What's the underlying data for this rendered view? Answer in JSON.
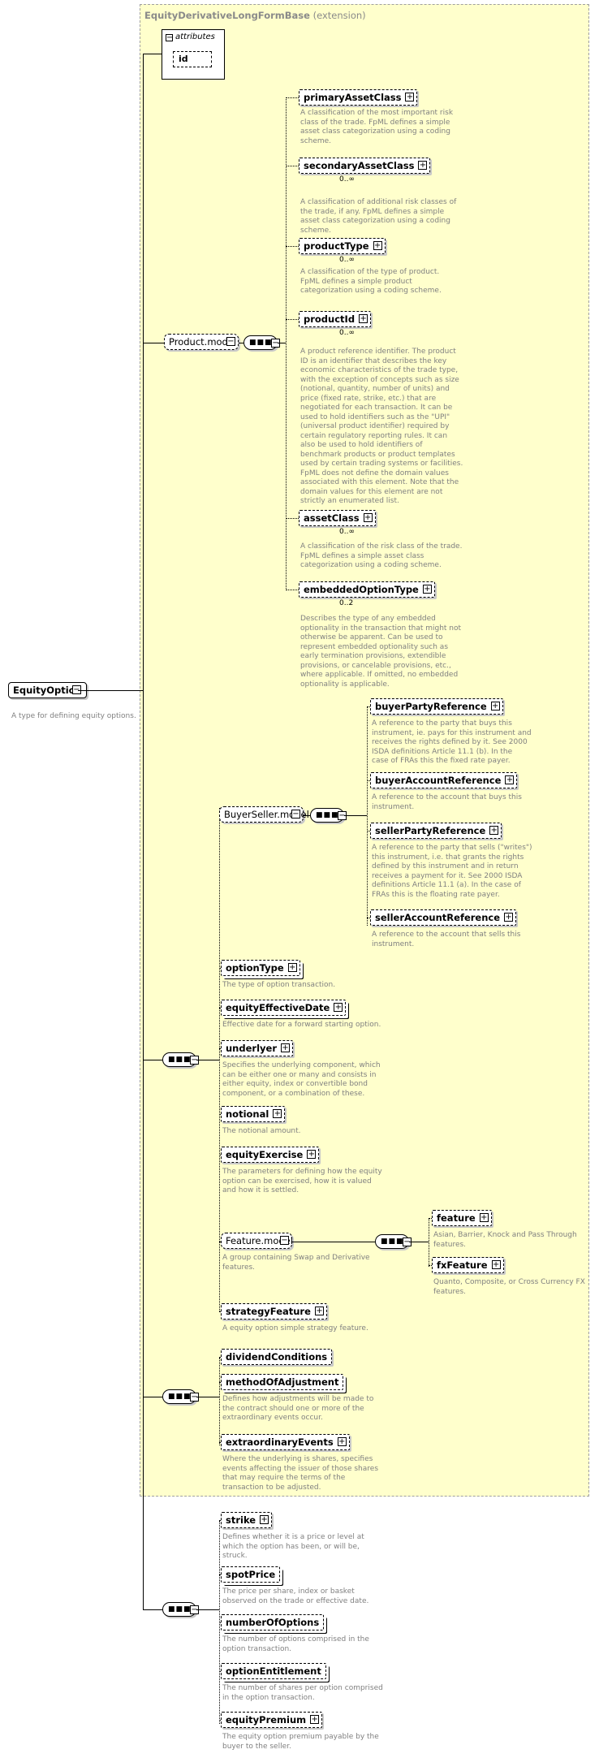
{
  "base": {
    "name": "EquityDerivativeLongFormBase",
    "suffix": "(extension)"
  },
  "attributes": {
    "label": "attributes",
    "items": [
      "id"
    ]
  },
  "root": {
    "name": "EquityOption",
    "description": "A type for defining equity options."
  },
  "product_model": {
    "label": "Product.model",
    "children": [
      {
        "name": "primaryAssetClass",
        "cardinality": "",
        "lines": [
          "A classification of the most important risk",
          "class of the trade. FpML defines a simple",
          "asset class categorization using a coding",
          "scheme."
        ]
      },
      {
        "name": "secondaryAssetClass",
        "cardinality": "0..∞",
        "lines": [
          "A classification of additional risk classes of",
          "the trade, if any. FpML defines a simple",
          "asset class categorization using a coding",
          "scheme."
        ]
      },
      {
        "name": "productType",
        "cardinality": "0..∞",
        "lines": [
          "A classification of the type of product.",
          "FpML defines a simple product",
          "categorization using a coding scheme."
        ]
      },
      {
        "name": "productId",
        "cardinality": "0..∞",
        "lines": [
          "A product reference identifier. The product",
          "ID is an identifier that describes the key",
          "economic characteristics of the trade type,",
          "with the exception of concepts such as size",
          "(notional, quantity, number of units) and",
          "price (fixed rate, strike, etc.) that are",
          "negotiated for each transaction. It can be",
          "used to hold identifiers such as the \"UPI\"",
          "(universal product identifier) required by",
          "certain regulatory reporting rules. It can",
          "also be used to hold identifiers of",
          "benchmark products or product templates",
          "used by certain trading systems or facilities.",
          "FpML does not define the domain values",
          "associated with this element. Note that the",
          "domain values for this element are not",
          "strictly an enumerated list."
        ]
      },
      {
        "name": "assetClass",
        "cardinality": "0..∞",
        "lines": [
          "A classification of the risk class of the trade.",
          "FpML defines a simple asset class",
          "categorization using a coding scheme."
        ]
      },
      {
        "name": "embeddedOptionType",
        "cardinality": "0..2",
        "lines": [
          "Describes the type of any embedded",
          "optionality in the transaction that might not",
          "otherwise be apparent. Can be used to",
          "represent embedded optionality such as",
          "early termination provisions, extendible",
          "provisions, or cancelable provisions, etc.,",
          "where applicable. If omitted, no embedded",
          "optionality is applicable."
        ]
      }
    ]
  },
  "buyer_seller_model": {
    "label": "BuyerSeller.model",
    "children": [
      {
        "name": "buyerPartyReference",
        "lines": [
          "A reference to the party that buys this",
          "instrument, ie. pays for this instrument and",
          "receives the rights defined by it. See 2000",
          "ISDA definitions Article 11.1 (b). In the",
          "case of FRAs this the fixed rate payer."
        ]
      },
      {
        "name": "buyerAccountReference",
        "lines": [
          "A reference to the account that buys this",
          "instrument."
        ]
      },
      {
        "name": "sellerPartyReference",
        "lines": [
          "A reference to the party that sells (\"writes\")",
          "this instrument, i.e. that grants the rights",
          "defined by this instrument and in return",
          "receives a payment for it. See 2000 ISDA",
          "definitions Article 11.1 (a). In the case of",
          "FRAs this is the floating rate payer."
        ]
      },
      {
        "name": "sellerAccountReference",
        "lines": [
          "A reference to the account that sells this",
          "instrument."
        ]
      }
    ]
  },
  "option_elements": [
    {
      "name": "optionType",
      "lines": [
        "The type of option transaction."
      ]
    },
    {
      "name": "equityEffectiveDate",
      "lines": [
        "Effective date for a forward starting option."
      ]
    },
    {
      "name": "underlyer",
      "lines": [
        "Specifies the underlying component, which",
        "can be either one or many and consists in",
        "either equity, index or convertible bond",
        "component, or a combination of these."
      ]
    },
    {
      "name": "notional",
      "lines": [
        "The notional amount."
      ]
    },
    {
      "name": "equityExercise",
      "lines": [
        "The parameters for defining how the equity",
        "option can be exercised, how it is valued",
        "and how it is settled."
      ]
    }
  ],
  "feature_model": {
    "label": "Feature.model",
    "lines": [
      "A group containing Swap and Derivative",
      "features."
    ],
    "children": [
      {
        "name": "feature",
        "lines": [
          "Asian, Barrier, Knock and Pass Through",
          "features."
        ]
      },
      {
        "name": "fxFeature",
        "lines": [
          "Quanto, Composite, or Cross Currency FX",
          "features."
        ]
      }
    ]
  },
  "strategy_feature": {
    "name": "strategyFeature",
    "lines": [
      "A equity option simple strategy feature."
    ]
  },
  "adjustment_elements": [
    {
      "name": "dividendConditions",
      "lines": []
    },
    {
      "name": "methodOfAdjustment",
      "lines": [
        "Defines how adjustments will be made to",
        "the contract should one or more of the",
        "extraordinary events occur."
      ]
    },
    {
      "name": "extraordinaryEvents",
      "lines": [
        "Where the underlying is shares, specifies",
        "events affecting the issuer of those shares",
        "that may require the terms of the",
        "transaction to be adjusted."
      ]
    }
  ],
  "equity_option_elements": [
    {
      "name": "strike",
      "lines": [
        "Defines whether it is a price or level at",
        "which the option has been, or will be,",
        "struck."
      ]
    },
    {
      "name": "spotPrice",
      "lines": [
        "The price per share, index or basket",
        "observed on the trade or effective date."
      ]
    },
    {
      "name": "numberOfOptions",
      "lines": [
        "The number of options comprised in the",
        "option transaction."
      ]
    },
    {
      "name": "optionEntitlement",
      "lines": [
        "The number of shares per option comprised",
        "in the option transaction."
      ]
    },
    {
      "name": "equityPremium",
      "lines": [
        "The equity option premium payable by the",
        "buyer to the seller."
      ]
    }
  ]
}
